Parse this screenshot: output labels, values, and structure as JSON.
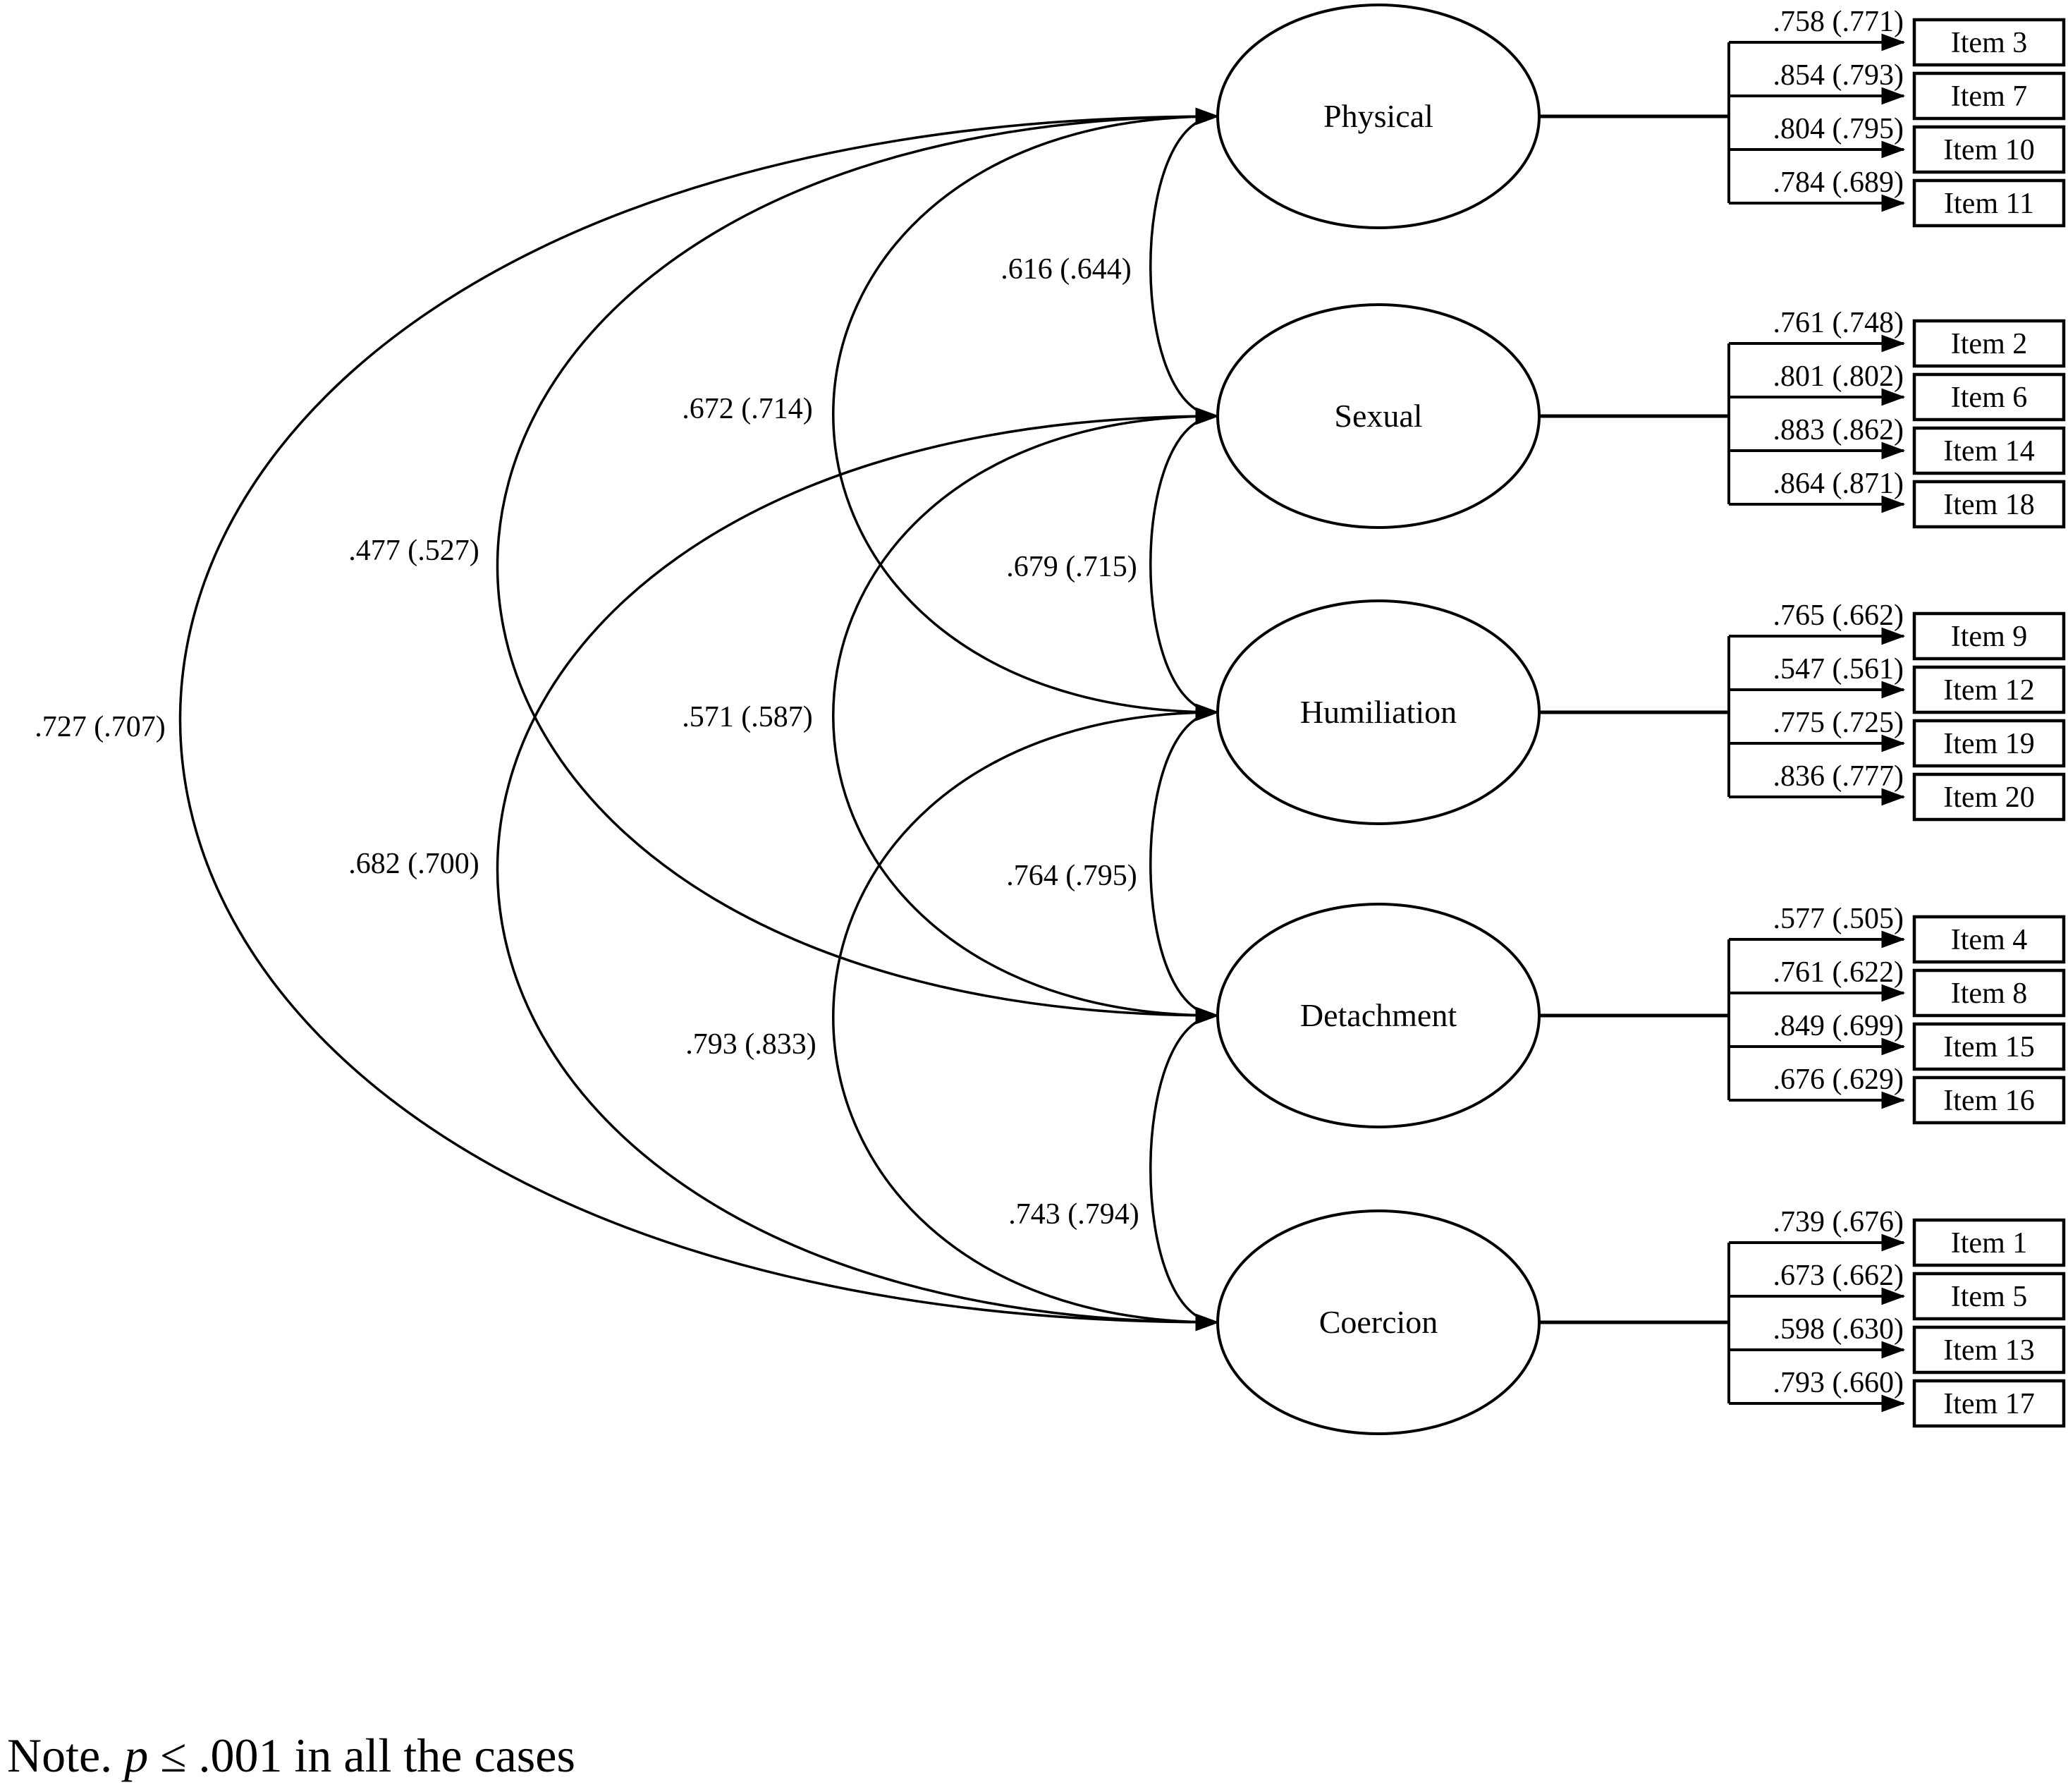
{
  "figure": {
    "note": {
      "prefix": "Note. ",
      "italic_term": "p",
      "suffix": " ≤ .001 in all the cases"
    },
    "colors": {
      "line": "#000000",
      "background": "#ffffff",
      "text": "#000000"
    }
  },
  "factors": [
    {
      "name": "Physical",
      "items": [
        {
          "label": "Item 3",
          "loading": ".758 (.771)"
        },
        {
          "label": "Item 7",
          "loading": ".854 (.793)"
        },
        {
          "label": "Item 10",
          "loading": ".804 (.795)"
        },
        {
          "label": "Item 11",
          "loading": ".784 (.689)"
        }
      ]
    },
    {
      "name": "Sexual",
      "items": [
        {
          "label": "Item 2",
          "loading": ".761 (.748)"
        },
        {
          "label": "Item 6",
          "loading": ".801 (.802)"
        },
        {
          "label": "Item 14",
          "loading": ".883 (.862)"
        },
        {
          "label": "Item 18",
          "loading": ".864 (.871)"
        }
      ]
    },
    {
      "name": "Humiliation",
      "items": [
        {
          "label": "Item 9",
          "loading": ".765 (.662)"
        },
        {
          "label": "Item 12",
          "loading": ".547 (.561)"
        },
        {
          "label": "Item 19",
          "loading": ".775 (.725)"
        },
        {
          "label": "Item 20",
          "loading": ".836 (.777)"
        }
      ]
    },
    {
      "name": "Detachment",
      "items": [
        {
          "label": "Item 4",
          "loading": ".577 (.505)"
        },
        {
          "label": "Item 8",
          "loading": ".761 (.622)"
        },
        {
          "label": "Item 15",
          "loading": ".849 (.699)"
        },
        {
          "label": "Item 16",
          "loading": ".676 (.629)"
        }
      ]
    },
    {
      "name": "Coercion",
      "items": [
        {
          "label": "Item 1",
          "loading": ".739 (.676)"
        },
        {
          "label": "Item 5",
          "loading": ".673 (.662)"
        },
        {
          "label": "Item 13",
          "loading": ".598 (.630)"
        },
        {
          "label": "Item 17",
          "loading": ".793 (.660)"
        }
      ]
    }
  ],
  "correlations": [
    {
      "pair": "Physical-Sexual",
      "label": ".616 (.644)"
    },
    {
      "pair": "Physical-Humiliation",
      "label": ".672 (.714)"
    },
    {
      "pair": "Physical-Detachment",
      "label": ".477 (.527)"
    },
    {
      "pair": "Physical-Coercion",
      "label": ".727 (.707)"
    },
    {
      "pair": "Sexual-Humiliation",
      "label": ".679 (.715)"
    },
    {
      "pair": "Sexual-Detachment",
      "label": ".571 (.587)"
    },
    {
      "pair": "Sexual-Coercion",
      "label": ".682 (.700)"
    },
    {
      "pair": "Humiliation-Detachment",
      "label": ".764 (.795)"
    },
    {
      "pair": "Humiliation-Coercion",
      "label": ".793 (.833)"
    },
    {
      "pair": "Detachment-Coercion",
      "label": ".743 (.794)"
    }
  ]
}
